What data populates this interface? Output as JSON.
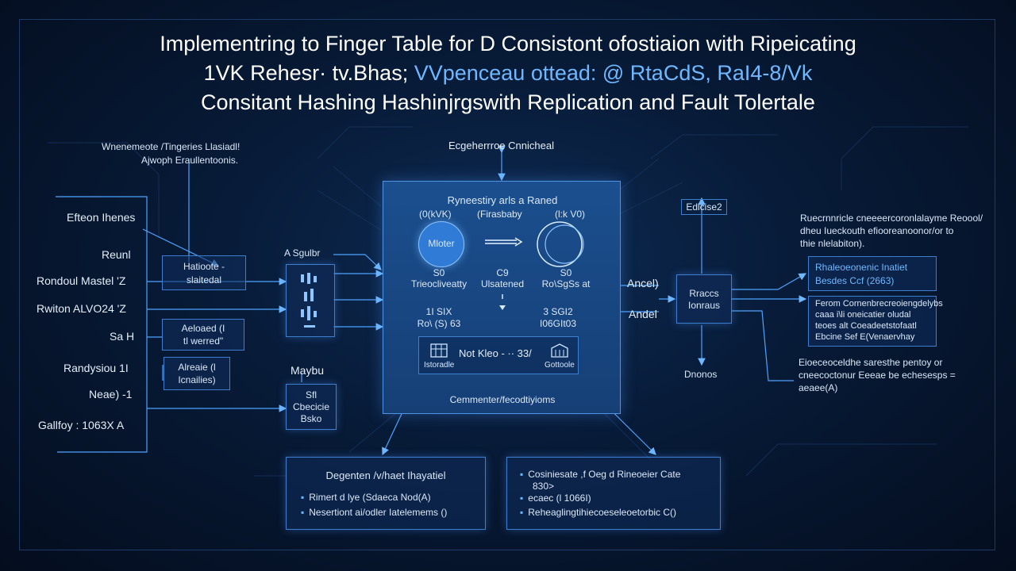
{
  "title": {
    "line1": "Implementring to Finger Table for D Consistont ofostiaion with Ripeicating",
    "line2_a": "1VK Rehesr· tv.Bhas; ",
    "line2_b": "VVpenceau ottead: @ RtaCdS, RaI4-8/Vk",
    "line3": "Consitant Hashing Hashinjrgswith Replication and Fault Tolertale"
  },
  "left": {
    "note_line1": "Wnenemeote /Tingeries Llasiadl!",
    "note_line2": "Ajwoph Eraullentoonis.",
    "labels": [
      "Efteon Ihenes",
      "Reunl",
      "Rondoul Mastel 'Z",
      "Rwiton ALVO24 'Z",
      "Sa H",
      "Randysiou 1I",
      "Neae) -1",
      "Gallfoy : 1063X A"
    ],
    "box1": [
      "Hatioote -",
      "slaitedal"
    ],
    "box2": [
      "Aeloaed (I",
      "tl werred\""
    ],
    "box3": [
      "Alreaie (l",
      "Icnailies)"
    ],
    "label_agsuit": "A Sgulbr",
    "label_maybu": "Maybu"
  },
  "mid_left": {
    "box_low": [
      "Sfl",
      "Cbecicie",
      "Bsko"
    ]
  },
  "top_center": {
    "label": "Ecgeherrroe Cnnicheal"
  },
  "center": {
    "heading": "Ryneestiry arls a Raned",
    "sub_left": "(0(kVK)",
    "sub_mid": "(Firasbaby",
    "sub_right": "(l:k V0)",
    "node_left": "Mloter",
    "col_left": [
      "S0",
      "Trieocliveatty"
    ],
    "col_mid": [
      "C9",
      "Ulsatened"
    ],
    "col_right": [
      "S0",
      "Ro\\SgSs at"
    ],
    "row2_left": [
      "1I SIX",
      "Ro\\ (S) 63"
    ],
    "row2_right": [
      "3 SGI2",
      "I06GIt03"
    ],
    "inner_text": "Not   Kleo  -  ·· 33/",
    "inner_left_icon_label": "Istoradle",
    "inner_right_icon_label": "Gottoole",
    "footer": "Cemmenter/fecodtiyioms"
  },
  "right": {
    "box_top_label": "Edicise2",
    "ancel_upper": "Ancel)",
    "ancel_lower": "Andel",
    "hub": [
      "Rraccs",
      "Ionraus"
    ],
    "dronos": "Dnonos",
    "desc1": [
      "Ruecrnnricle cneeeercoronlalayme Reoool/",
      "dheu Iueckouth efiooreanoonor/or to",
      "thie nlelabiton)."
    ],
    "box_a": [
      "Rhaleoeonenic Inatiet",
      "Besdes Ccf (2663)"
    ],
    "box_b": [
      "Ferom Cornenbrecreoiengdelybs",
      "caaa i\\li oneicatier oludal",
      "teoes alt Coeadeetstofaatl",
      "Ebcine Sef E(Venaervhay"
    ],
    "desc2": [
      "Eioeceoceldhe saresthe pentoy or",
      "cneecoctonur Eeeae be echesesps =",
      "aeaee(A)"
    ]
  },
  "bottom": {
    "left_title": "Degenten /v/haet Ihayatiel",
    "left_items": [
      "Rimert d lye (Sdaeca Nod(A)",
      "Nesertiont ai/odler Iatelemems ()"
    ],
    "right_items": [
      "Cosiniesate ,f Oeg d Rineoeier Cate",
      "830>",
      "ecaec (l 1066I)",
      "Reheaglingtihiecoeseleoetorbic C()"
    ]
  },
  "colors": {
    "accent": "#3c7fd1",
    "line": "#4da3ff",
    "bg": "#071a36"
  }
}
